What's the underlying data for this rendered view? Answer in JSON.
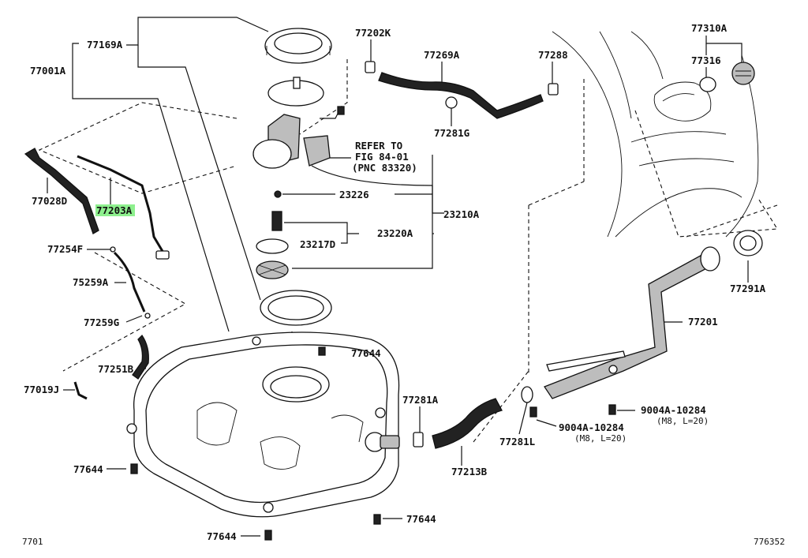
{
  "diagram": {
    "page_ref_left": "7701",
    "page_ref_right": "776352",
    "highlight_color": "#8ef08e",
    "refer_note": {
      "line1": "REFER TO",
      "line2": "FIG 84-01",
      "line3": "(PNC 83320)"
    },
    "labels": {
      "p77169A": "77169A",
      "p77001A": "77001A",
      "p77202K": "77202K",
      "p77269A": "77269A",
      "p77288": "77288",
      "p77310A": "77310A",
      "p77316": "77316",
      "p77281G": "77281G",
      "p77028D": "77028D",
      "p77203A": "77203A",
      "p23226": "23226",
      "p23210A": "23210A",
      "p23220A": "23220A",
      "p23217D": "23217D",
      "p77254F": "77254F",
      "p75259A": "75259A",
      "p77259G": "77259G",
      "p77251B": "77251B",
      "p77019J": "77019J",
      "p77644_a": "77644",
      "p77644_b": "77644",
      "p77644_c": "77644",
      "p77644_d": "77644",
      "p77281A": "77281A",
      "p77213B": "77213B",
      "p77281L": "77281L",
      "p77201": "77201",
      "p77291A": "77291A",
      "p9004A_a": "9004A-10284",
      "p9004A_a_spec": "(M8, L=20)",
      "p9004A_b": "9004A-10284",
      "p9004A_b_spec": "(M8, L=20)"
    }
  }
}
